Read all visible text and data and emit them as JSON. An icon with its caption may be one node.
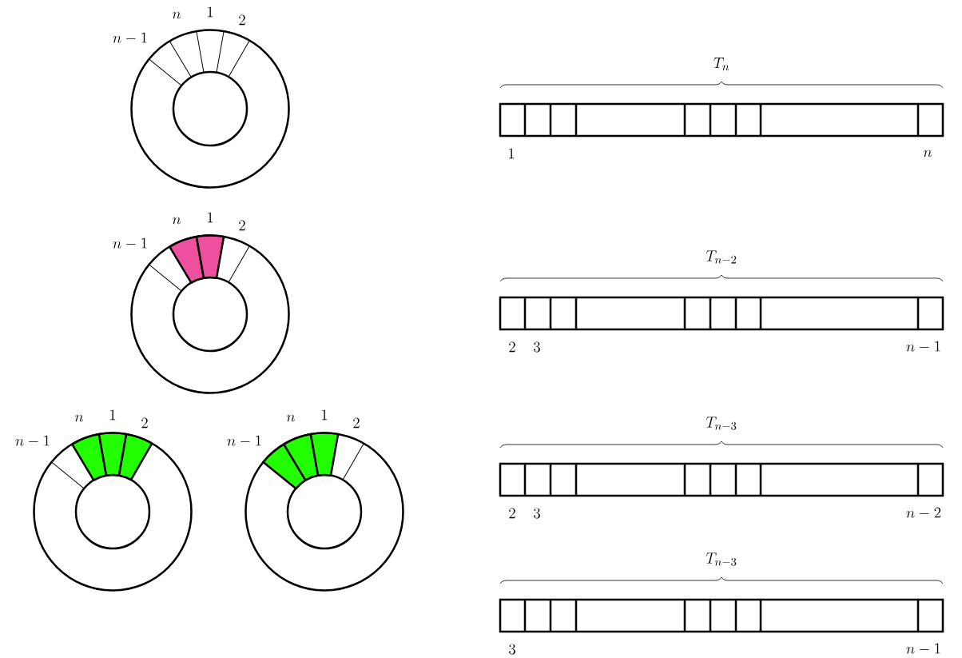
{
  "diagram": {
    "nodes": [
      {
        "text": [],
        "shape": "circle",
        "beside": [
          "n-1",
          "n",
          "1",
          "2"
        ]
      },
      {
        "text": [],
        "shape": "circle",
        "beside": [
          "n-1",
          "n",
          "1",
          "2"
        ]
      },
      {
        "text": [],
        "shape": "circle",
        "beside": [
          "n-1",
          "n",
          "1",
          "2"
        ]
      },
      {
        "text": [],
        "shape": "circle",
        "beside": [
          "n-1",
          "n",
          "1",
          "2"
        ]
      },
      {
        "text": [
          "T_n"
        ],
        "beside": [
          "1",
          "n"
        ]
      },
      {
        "text": [
          "T_{n-2}"
        ],
        "beside": [
          "2",
          "3",
          "n-1"
        ]
      },
      {
        "text": [
          "T_{n-3}"
        ],
        "beside": [
          "2",
          "3",
          "n-2"
        ]
      },
      {
        "text": [
          "T_{n-3}"
        ],
        "beside": [
          "3",
          "n-1"
        ]
      }
    ]
  }
}
